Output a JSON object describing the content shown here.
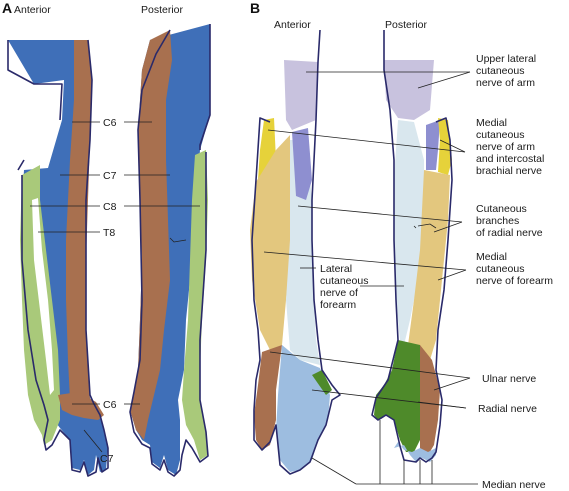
{
  "panels": [
    {
      "letter": "A",
      "anterior_title": "Anterior",
      "posterior_title": "Posterior",
      "labels": [
        "C6",
        "C7",
        "C8",
        "T8",
        "C6",
        "C7"
      ]
    },
    {
      "letter": "B",
      "anterior_title": "Anterior",
      "posterior_title": "Posterior",
      "labels": [
        [
          "Upper lateral",
          "cutaneous",
          "nerve of arm"
        ],
        [
          "Medial",
          "cutaneous",
          "nerve of arm",
          "and intercostal",
          "brachial nerve"
        ],
        [
          "Cutaneous",
          "branches",
          "of radial nerve"
        ],
        [
          "Medial",
          "cutaneous",
          "nerve of forearm"
        ],
        [
          "Lateral",
          "cutaneous",
          "nerve of",
          "forearm"
        ],
        [
          "Ulnar nerve"
        ],
        [
          "Radial nerve"
        ],
        [
          "Median nerve"
        ]
      ]
    }
  ],
  "colors": {
    "C6": "#a8704f",
    "C7": "#3f6fb8",
    "C8": "#a9c97a",
    "T8": "#ffffff",
    "upper_lateral": "#c8c2de",
    "medial_arm": "#8e8fd0",
    "radial_cutaneous": "#e6d23a",
    "medial_forearm": "#e3c77e",
    "lateral_forearm": "#d9e7ee",
    "ulnar": "#a8704f",
    "radial": "#4e8a2a",
    "median": "#9dbde0",
    "outline": "#2a2a6a"
  }
}
